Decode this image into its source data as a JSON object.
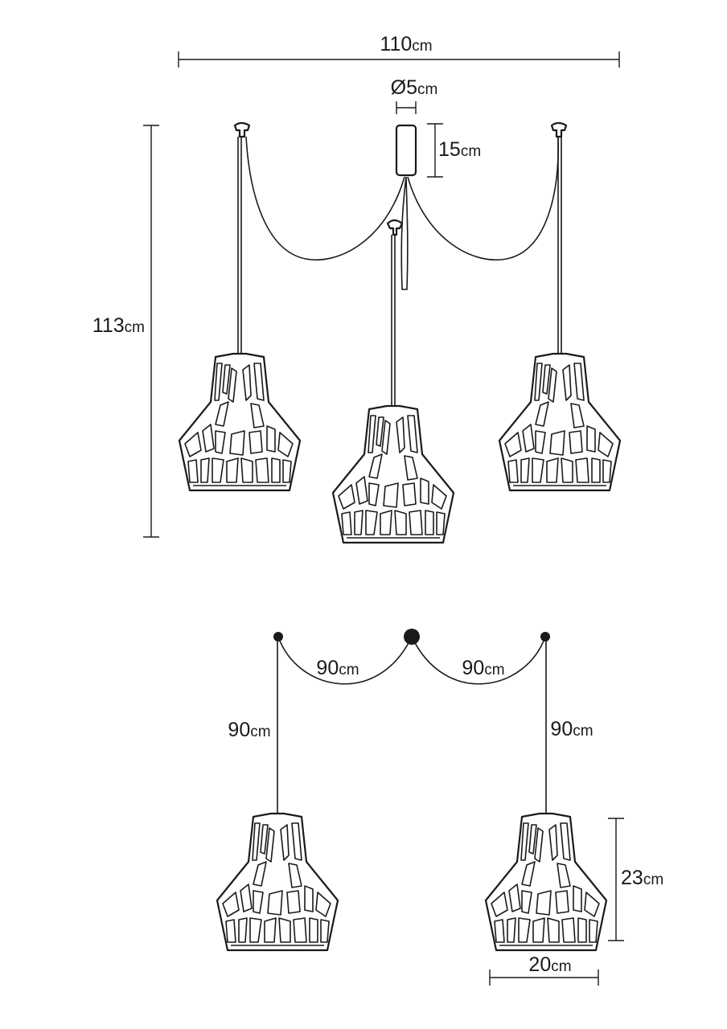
{
  "dimensions": {
    "total_width": {
      "value": "110",
      "unit": "cm"
    },
    "canopy_diameter": {
      "prefix": "Ø",
      "value": "5",
      "unit": "cm"
    },
    "canopy_height": {
      "value": "15",
      "unit": "cm"
    },
    "total_height": {
      "value": "113",
      "unit": "cm"
    },
    "cable_left": {
      "value": "90",
      "unit": "cm"
    },
    "cable_right": {
      "value": "90",
      "unit": "cm"
    },
    "drop_left": {
      "value": "90",
      "unit": "cm"
    },
    "drop_right": {
      "value": "90",
      "unit": "cm"
    },
    "shade_height": {
      "value": "23",
      "unit": "cm"
    },
    "shade_width": {
      "value": "20",
      "unit": "cm"
    }
  },
  "colors": {
    "line": "#1a1a1a",
    "background": "#ffffff"
  }
}
